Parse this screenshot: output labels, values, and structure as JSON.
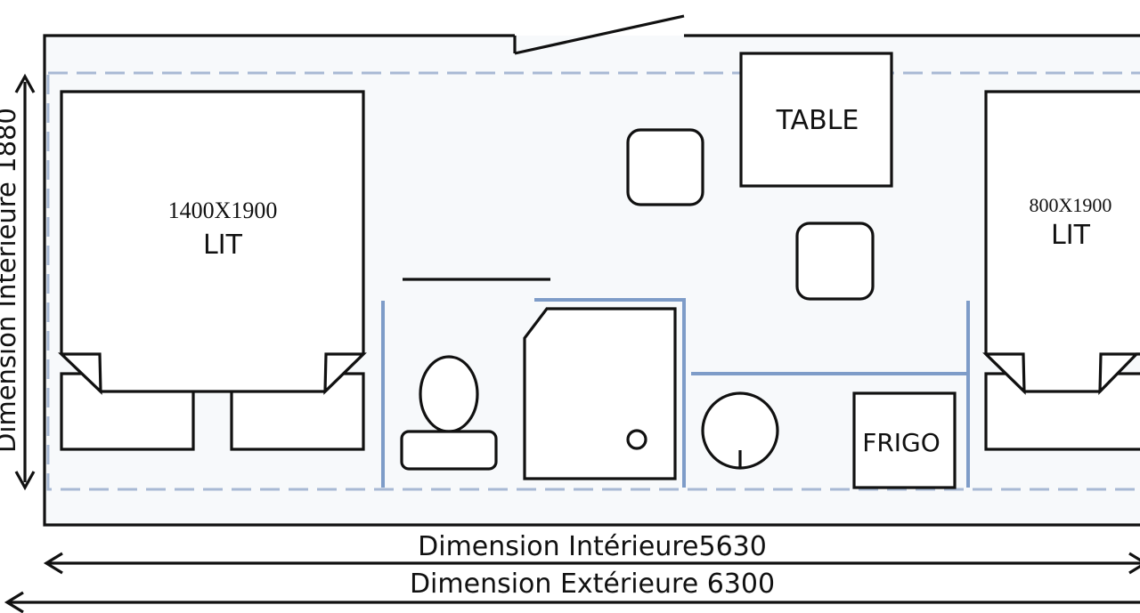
{
  "plan": {
    "bed_left": {
      "size": "1400X1900",
      "label": "LIT"
    },
    "bed_right": {
      "size": "800X1900",
      "label": "LIT"
    },
    "table": {
      "label": "TABLE"
    },
    "fridge": {
      "label": "FRIGO"
    },
    "dim_interior_width": "Dimension Intérieure5630",
    "dim_exterior_width": "Dimension Extérieure 6300",
    "dim_interior_height": "Dimension Intérieure 1880"
  },
  "colors": {
    "wall": "#111111",
    "partition": "#7e9cc8",
    "interior_outline": "#a8b9d4",
    "floor": "#f7f9fb"
  }
}
